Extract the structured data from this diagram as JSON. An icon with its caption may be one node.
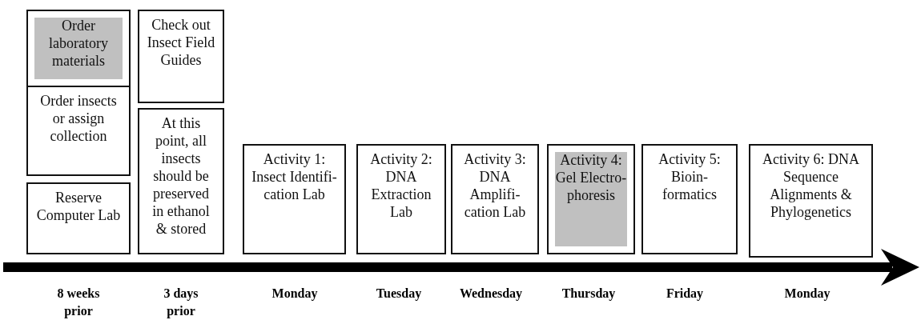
{
  "diagram": {
    "nodes": [
      {
        "text": [
          "Order laboratory materials"
        ]
      },
      {
        "text": [
          "Order insects or assign collection"
        ]
      },
      {
        "text": [
          "Reserve Computer Lab"
        ]
      },
      {
        "text": [
          "Check out Insect Field Guides"
        ]
      },
      {
        "text": [
          "At this point, all insects should be preserved in ethanol & stored"
        ]
      },
      {
        "text": [
          "Activity 1: Insect Identifi- cation Lab"
        ]
      },
      {
        "text": [
          "Activity 2: DNA Extraction Lab"
        ]
      },
      {
        "text": [
          "Activity 3: DNA Amplifi- cation Lab"
        ]
      },
      {
        "text": [
          "Activity 4: Gel Electro- phoresis"
        ]
      },
      {
        "text": [
          "Activity 5: Bioin- formatics"
        ]
      },
      {
        "text": [
          "Activity 6: DNA Sequence Alignments & Phylogenetics"
        ]
      }
    ],
    "labels": [
      "8 weeks prior",
      "3 days prior",
      "Monday",
      "Tuesday",
      "Wednesday",
      "Thursday",
      "Friday",
      "Monday"
    ]
  }
}
